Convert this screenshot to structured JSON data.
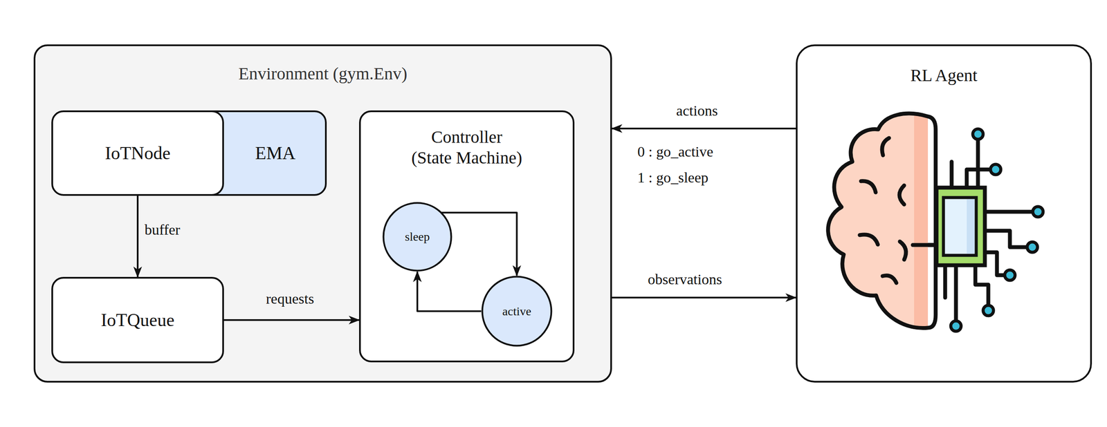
{
  "diagram": {
    "nodes": [
      {
        "text": [
          "Environment (gym.Env)"
        ]
      },
      {
        "text": [
          "IoTNode"
        ],
        "in": 0
      },
      {
        "text": [
          "EMA"
        ],
        "in": 0
      },
      {
        "text": [
          "IoTQueue"
        ],
        "in": 0
      },
      {
        "text": [
          "Controller (State Machine)"
        ],
        "in": 0
      },
      {
        "text": [
          "sleep"
        ],
        "in": 4
      },
      {
        "text": [
          "active"
        ],
        "in": 4
      },
      {
        "text": [
          "RL Agent"
        ]
      }
    ],
    "edges": [
      {
        "from": 1,
        "to": 3,
        "label": "buffer",
        "arrow": "to"
      },
      {
        "from": 3,
        "to": 4,
        "label": "requests",
        "arrow": "to"
      },
      {
        "from": 5,
        "to": 6,
        "arrow": "to"
      },
      {
        "from": 6,
        "to": 5,
        "arrow": "to"
      },
      {
        "from": 7,
        "to": 0,
        "label": "actions",
        "arrow": "to"
      },
      {
        "from": 0,
        "to": 7,
        "label": "observations",
        "arrow": "to"
      }
    ],
    "labels": [
      "0 : go_active",
      "1 : go_sleep"
    ]
  }
}
